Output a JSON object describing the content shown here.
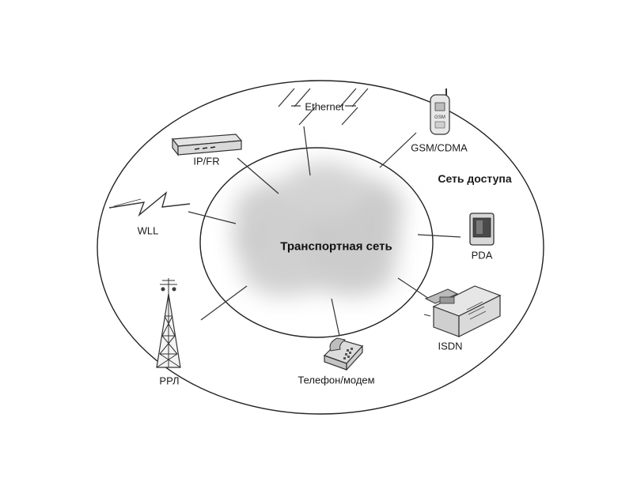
{
  "diagram": {
    "core_label": "Транспортная сеть",
    "access_label": "Сеть доступа",
    "nodes": [
      {
        "id": "ethernet",
        "label": "Ethernet",
        "icon": "ethernet-lines-icon"
      },
      {
        "id": "gsm",
        "label": "GSM/CDMA",
        "icon": "mobile-phone-icon",
        "icon_text": "GSM"
      },
      {
        "id": "ipfr",
        "label": "IP/FR",
        "icon": "router-icon"
      },
      {
        "id": "wll",
        "label": "WLL",
        "icon": "lightning-icon"
      },
      {
        "id": "pda",
        "label": "PDA",
        "icon": "pda-icon"
      },
      {
        "id": "isdn",
        "label": "ISDN",
        "icon": "isdn-terminal-icon"
      },
      {
        "id": "phone",
        "label": "Телефон/модем",
        "icon": "telephone-icon"
      },
      {
        "id": "rrl",
        "label": "РРЛ",
        "icon": "radio-tower-icon"
      }
    ]
  }
}
